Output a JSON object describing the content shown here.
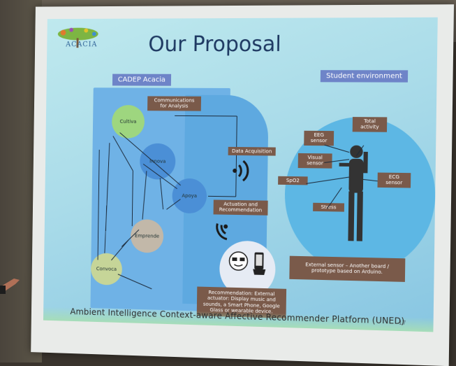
{
  "slide": {
    "title": "Our Proposal",
    "logo_text": "ACACIA",
    "cadep_label": "CADEP Acacia",
    "student_env_label": "Student environment",
    "nodes": {
      "cultiva": "Cultiva",
      "innova": "Innova",
      "apoya": "Apoya",
      "emprende": "Emprende",
      "convoca": "Convoca"
    },
    "communications_label": "Communications for Analysis",
    "data_acquisition_label": "Data Acquisition",
    "actuation_label": "Actuation and Recommendation",
    "sensors": {
      "eeg": "EEG sensor",
      "total_activity": "Total activity",
      "visual": "Visual sensor",
      "spo2": "SpO2",
      "ecg": "ECG sensor",
      "stress": "Stress"
    },
    "external_sensor_text": "External sensor – Another board / prototype based on Arduino.",
    "recommendation_text": "Recommendation: External actuator: Display music and sounds, a Smart Phone, Google Glass or wearable device.",
    "footer": "Ambient Intelligence Context-aware Affective Recommender Platform (UNED)",
    "page_number": "17"
  }
}
